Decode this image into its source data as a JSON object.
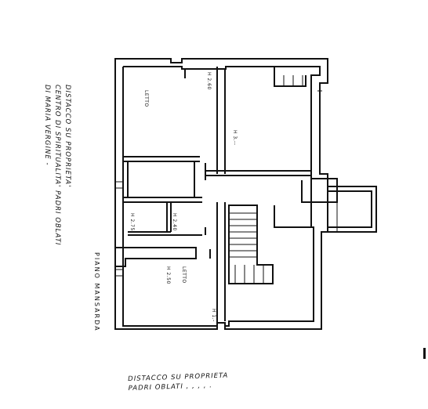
{
  "side_note": {
    "lines": [
      "DISTACCO SU PROPRIETA'",
      "CENTRO DI SPIRITUALITA' PADRI OBLATI",
      "DI MARIA VERGINE -"
    ]
  },
  "floor_label": "PIANO MANSARDA",
  "rooms": {
    "top_left_name": "LETTO",
    "top_left_height": "H 2.60",
    "top_right_height": "H 3.--",
    "middle_small_height": "H 2.40",
    "middle_left_height": "H 2.75",
    "bottom_left_name": "LETTO",
    "bottom_left_height": "H 2.50",
    "bottom_left_extra": "H 1.-"
  },
  "bottom_note": {
    "line1": "DISTACCO SU PROPRIETA",
    "line2": "PADRI OBLATI , , , , ."
  },
  "colors": {
    "ink": "#111111",
    "paper": "#ffffff"
  }
}
